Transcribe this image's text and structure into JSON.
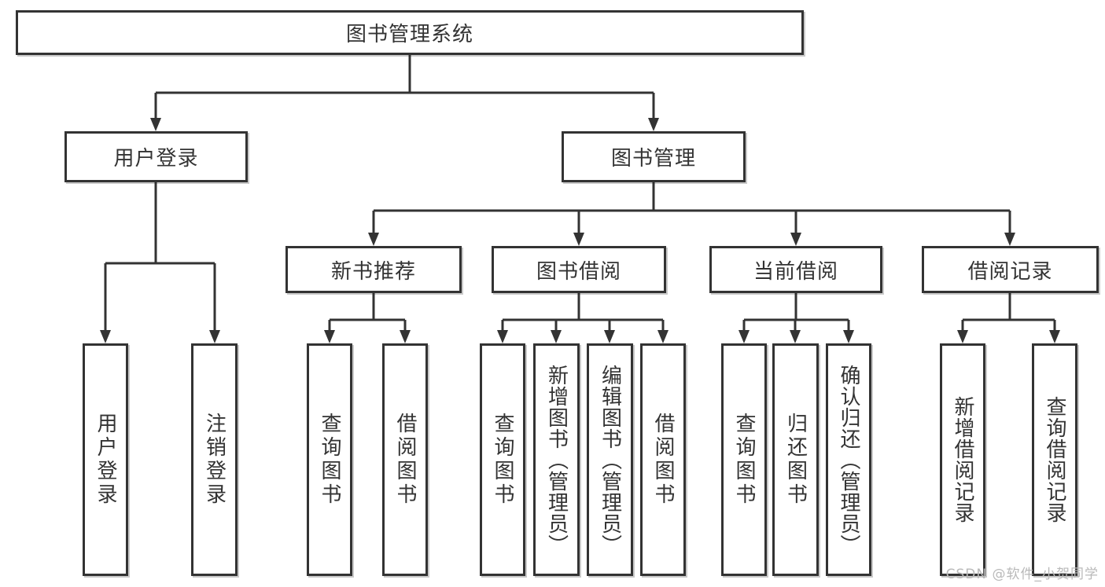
{
  "diagram": {
    "type": "hierarchy-tree",
    "tree": {
      "label": "图书管理系统",
      "children": [
        {
          "label": "用户登录",
          "children": [
            {
              "label": "用户登录"
            },
            {
              "label": "注销登录"
            }
          ]
        },
        {
          "label": "图书管理",
          "children": [
            {
              "label": "新书推荐",
              "children": [
                {
                  "label": "查询图书"
                },
                {
                  "label": "借阅图书"
                }
              ]
            },
            {
              "label": "图书借阅",
              "children": [
                {
                  "label": "查询图书"
                },
                {
                  "label": "新增图书（管理员）"
                },
                {
                  "label": "编辑图书（管理员）"
                },
                {
                  "label": "借阅图书"
                }
              ]
            },
            {
              "label": "当前借阅",
              "children": [
                {
                  "label": "查询图书"
                },
                {
                  "label": "归还图书"
                },
                {
                  "label": "确认归还（管理员）"
                }
              ]
            },
            {
              "label": "借阅记录",
              "children": [
                {
                  "label": "新增借阅记录"
                },
                {
                  "label": "查询借阅记录"
                }
              ]
            }
          ]
        }
      ]
    },
    "colors": {
      "line": "#333333",
      "box_border": "#333333",
      "box_fill": "#ffffff",
      "text": "#333333",
      "watermark_text": "#b9b9b9",
      "background": "#ffffff"
    }
  },
  "watermark": {
    "label": "CSDN @软件_小贺同学"
  }
}
